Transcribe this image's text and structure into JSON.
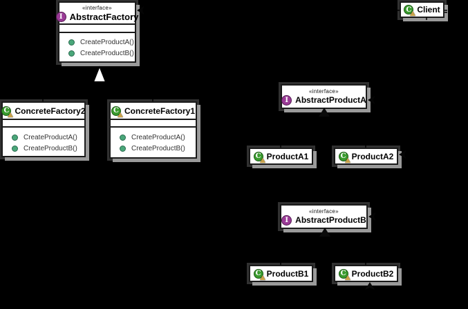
{
  "colors": {
    "background": "#000000",
    "box_bg": "#ffffff",
    "border": "#1a1a1a",
    "shadow": "#9a9a9a",
    "interface_icon": "#9a3a96",
    "class_icon": "#3a9b2e",
    "method_icon": "#4aa77a",
    "warning": "#c9a24a"
  },
  "nodes": {
    "abstract_factory": {
      "stereotype": "«interface»",
      "icon_letter": "I",
      "name": "AbstractFactory",
      "methods": [
        "CreateProductA()",
        "CreateProductB()"
      ]
    },
    "client": {
      "icon_letter": "C",
      "name": "Client"
    },
    "concrete_factory_2": {
      "icon_letter": "C",
      "name": "ConcreteFactory2",
      "methods": [
        "CreateProductA()",
        "CreateProductB()"
      ]
    },
    "concrete_factory_1": {
      "icon_letter": "C",
      "name": "ConcreteFactory1",
      "methods": [
        "CreateProductA()",
        "CreateProductB()"
      ]
    },
    "abstract_product_a": {
      "stereotype": "«interface»",
      "icon_letter": "I",
      "name": "AbstractProductA"
    },
    "product_a1": {
      "icon_letter": "C",
      "name": "ProductA1"
    },
    "product_a2": {
      "icon_letter": "C",
      "name": "ProductA2"
    },
    "abstract_product_b": {
      "stereotype": "«interface»",
      "icon_letter": "I",
      "name": "AbstractProductB"
    },
    "product_b1": {
      "icon_letter": "C",
      "name": "ProductB1"
    },
    "product_b2": {
      "icon_letter": "C",
      "name": "ProductB2"
    }
  }
}
